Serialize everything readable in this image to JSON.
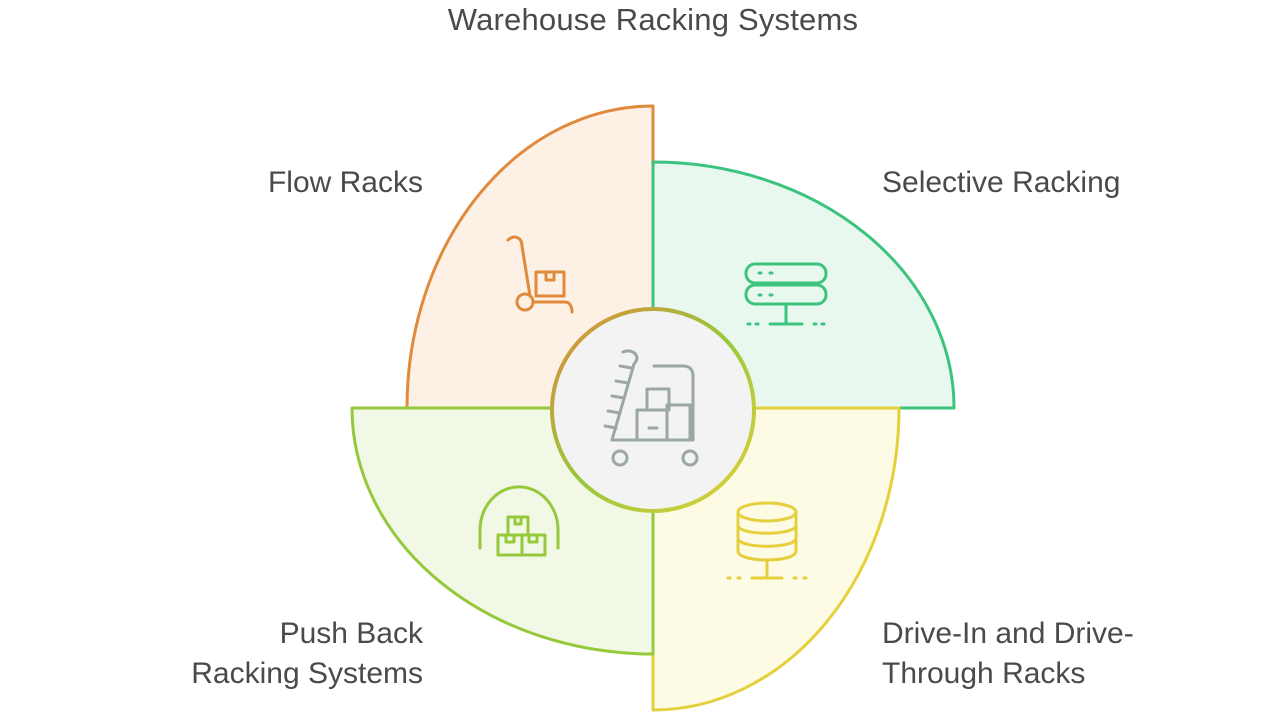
{
  "title": "Warehouse Racking Systems",
  "segments": {
    "flow": {
      "label_lines": [
        "Flow Racks"
      ],
      "icon": "hand-truck-box-icon",
      "stroke": "#e08a3c",
      "fill": "#fdf0e4"
    },
    "selective": {
      "label_lines": [
        "Selective Racking"
      ],
      "icon": "server-rack-icon",
      "stroke": "#3cc47f",
      "fill": "#e9f8ef"
    },
    "push": {
      "label_lines": [
        "Push Back",
        "Racking Systems"
      ],
      "icon": "warehouse-boxes-icon",
      "stroke": "#96c83c",
      "fill": "#f1f8e6"
    },
    "drive": {
      "label_lines": [
        "Drive-In and Drive-",
        "Through Racks"
      ],
      "icon": "database-stack-icon",
      "stroke": "#e5d03c",
      "fill": "#fdfbe4"
    }
  },
  "center": {
    "icon": "warehouse-cart-icon",
    "stroke": "#9aa7a5",
    "fill": "#f3f3f3"
  }
}
